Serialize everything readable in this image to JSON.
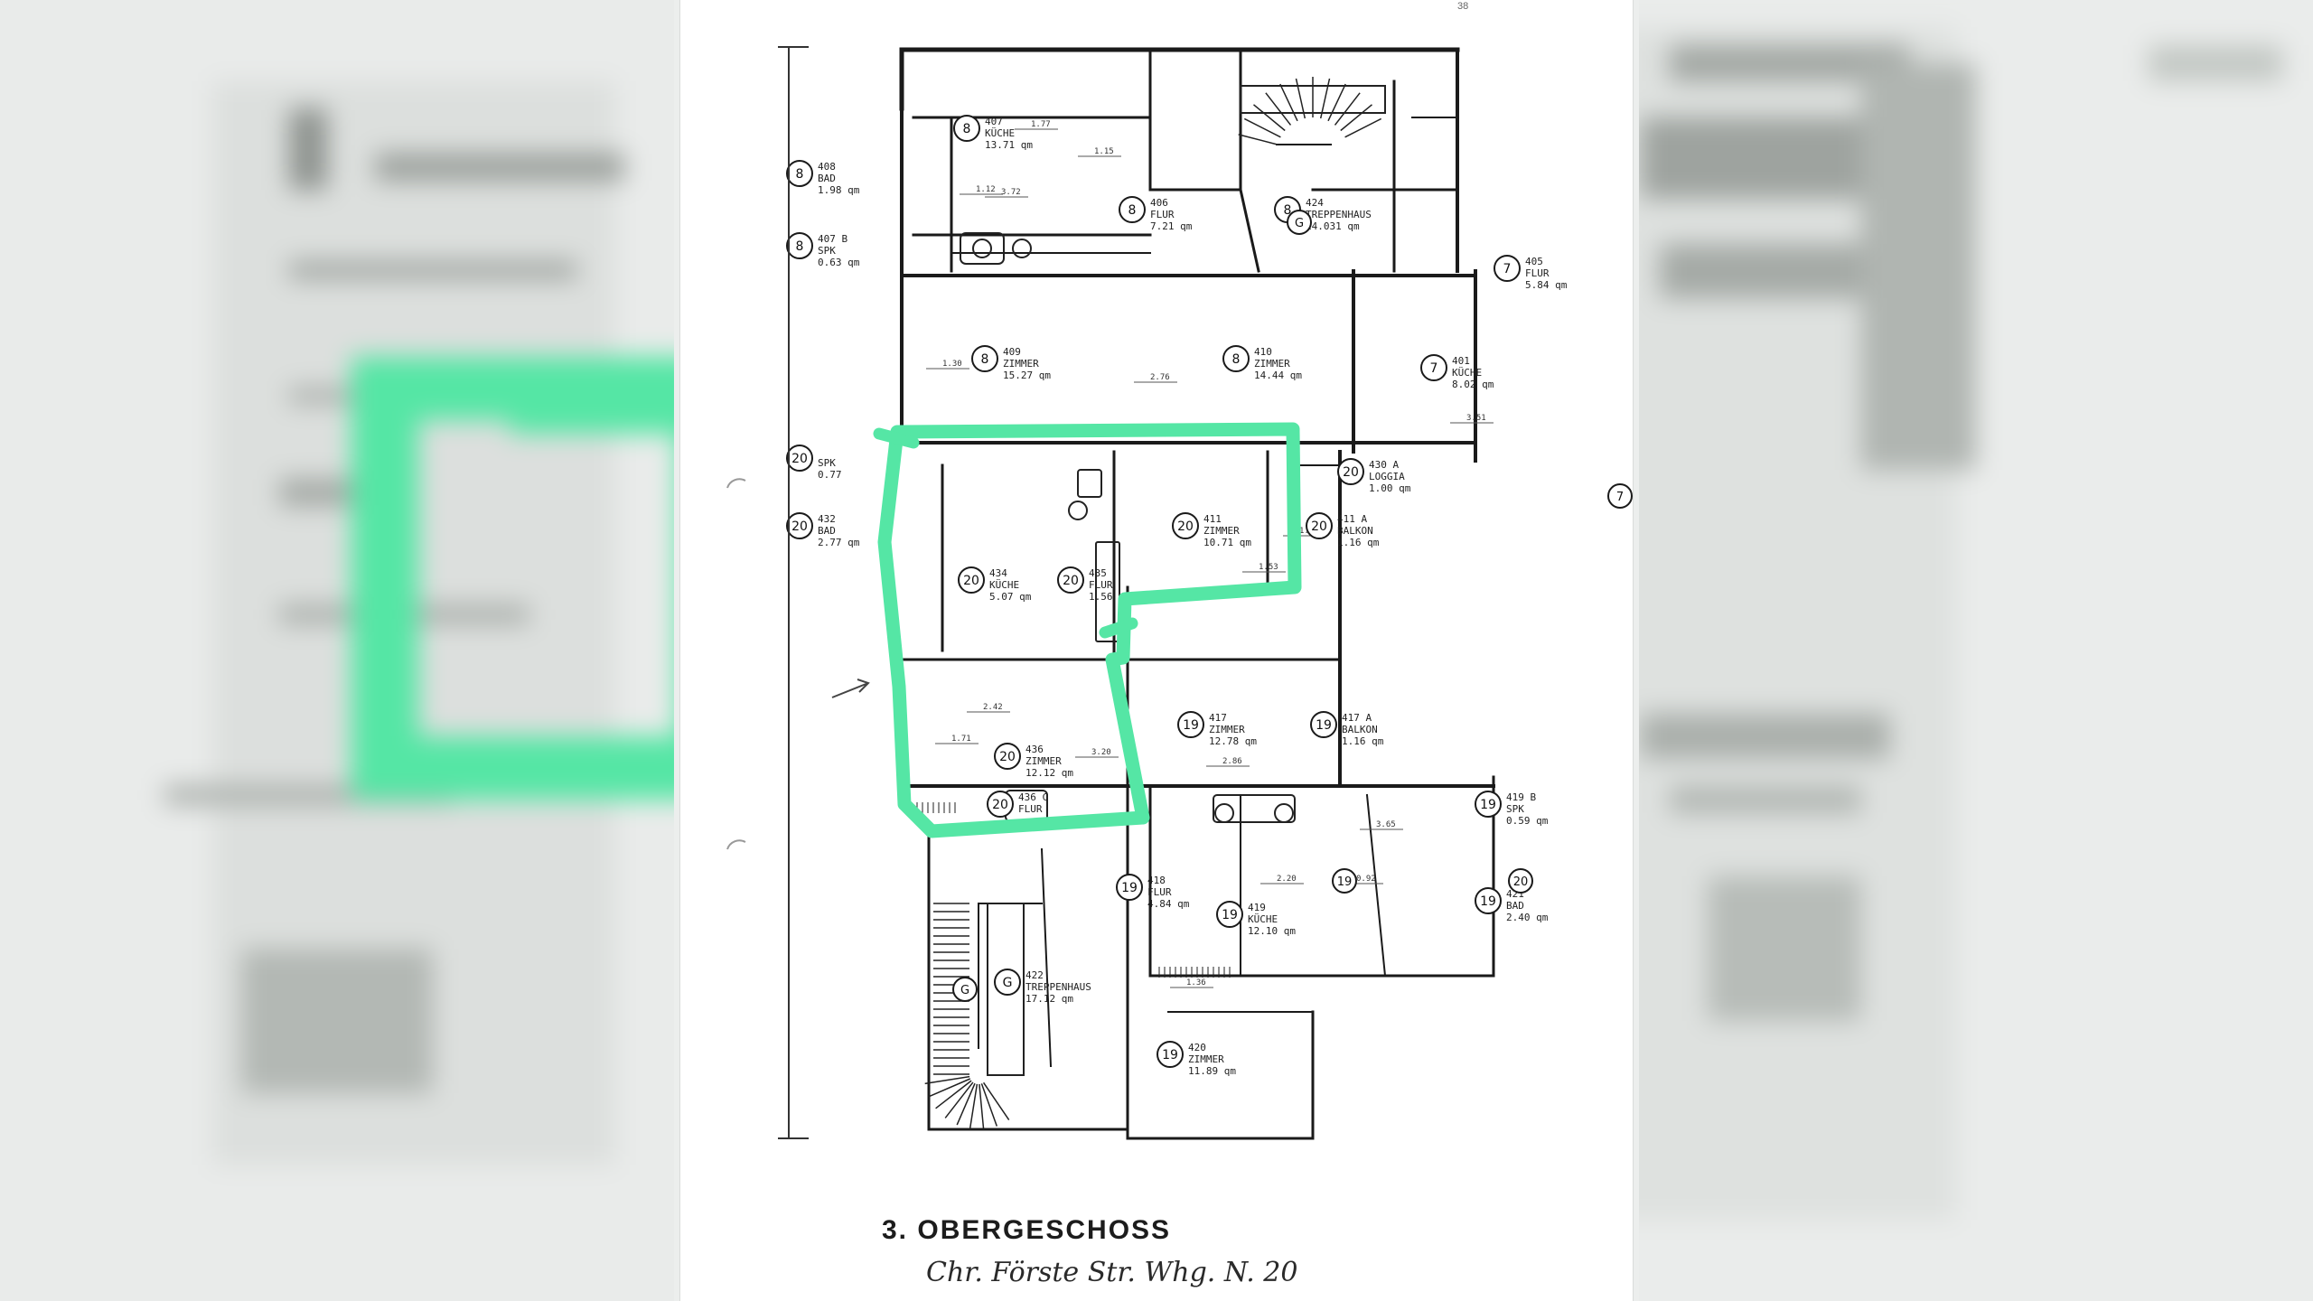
{
  "document": {
    "title": "3. OBERGESCHOSS",
    "handwritten_note": "Chr. Förste Str. Whg. N. 20",
    "top_corner_mark": "38"
  },
  "rooms": [
    {
      "id": "r407",
      "unit": "8",
      "number": "407",
      "name": "KÜCHE",
      "area": "13.71 qm"
    },
    {
      "id": "r406",
      "unit": "8",
      "number": "406",
      "name": "FLUR",
      "area": "7.21 qm"
    },
    {
      "id": "r408",
      "unit": "8",
      "number": "408",
      "name": "BAD",
      "area": "1.98 qm"
    },
    {
      "id": "r407b",
      "unit": "8",
      "number": "407 B",
      "name": "SPK",
      "area": "0.63 qm"
    },
    {
      "id": "r424",
      "unit": "8",
      "number": "424",
      "name": "TREPPENHAUS",
      "area": "14.031 qm"
    },
    {
      "id": "r405",
      "unit": "7",
      "number": "405",
      "name": "FLUR",
      "area": "5.84 qm"
    },
    {
      "id": "r409",
      "unit": "8",
      "number": "409",
      "name": "ZIMMER",
      "area": "15.27 qm"
    },
    {
      "id": "r410",
      "unit": "8",
      "number": "410",
      "name": "ZIMMER",
      "area": "14.44 qm"
    },
    {
      "id": "r401",
      "unit": "7",
      "number": "401",
      "name": "KÜCHE",
      "area": "8.02 qm"
    },
    {
      "id": "r430a",
      "unit": "20",
      "number": "430 A",
      "name": "LOGGIA",
      "area": "1.00 qm"
    },
    {
      "id": "rspk20",
      "unit": "20",
      "number": "",
      "name": "SPK",
      "area": "0.77"
    },
    {
      "id": "r432",
      "unit": "20",
      "number": "432",
      "name": "BAD",
      "area": "2.77 qm"
    },
    {
      "id": "r411",
      "unit": "20",
      "number": "411",
      "name": "ZIMMER",
      "area": "10.71 qm"
    },
    {
      "id": "r411a",
      "unit": "20",
      "number": "411 A",
      "name": "BALKON",
      "area": "1.16 qm"
    },
    {
      "id": "r434",
      "unit": "20",
      "number": "434",
      "name": "KÜCHE",
      "area": "5.07 qm"
    },
    {
      "id": "r435",
      "unit": "20",
      "number": "435",
      "name": "FLUR",
      "area": "1.56 qm"
    },
    {
      "id": "r417",
      "unit": "19",
      "number": "417",
      "name": "ZIMMER",
      "area": "12.78 qm"
    },
    {
      "id": "r417a",
      "unit": "19",
      "number": "417 A",
      "name": "BALKON",
      "area": "1.16 qm"
    },
    {
      "id": "r436",
      "unit": "20",
      "number": "436",
      "name": "ZIMMER",
      "area": "12.12 qm"
    },
    {
      "id": "r436c",
      "unit": "20",
      "number": "436 C",
      "name": "FLUR",
      "area": ""
    },
    {
      "id": "r419b",
      "unit": "19",
      "number": "419 B",
      "name": "SPK",
      "area": "0.59 qm"
    },
    {
      "id": "r418",
      "unit": "19",
      "number": "418",
      "name": "FLUR",
      "area": "4.84 qm"
    },
    {
      "id": "r419",
      "unit": "19",
      "number": "419",
      "name": "KÜCHE",
      "area": "12.10 qm"
    },
    {
      "id": "r421",
      "unit": "19",
      "number": "421",
      "name": "BAD",
      "area": "2.40 qm"
    },
    {
      "id": "r422",
      "unit": "G",
      "number": "422",
      "name": "TREPPENHAUS",
      "area": "17.12 qm"
    },
    {
      "id": "r420",
      "unit": "19",
      "number": "420",
      "name": "ZIMMER",
      "area": "11.89 qm"
    }
  ],
  "extra_markers": [
    "7",
    "20",
    "19",
    "G",
    "G"
  ],
  "dimension_labels": [
    "1.77",
    "1.15",
    "3.72",
    "1.12",
    "1.30",
    "2.76",
    "3.51",
    "1.53",
    "2.42",
    "1.71",
    "3.20",
    "1.50",
    "2.20",
    "0.92",
    "1.36",
    "3.65",
    "2.86"
  ],
  "colors": {
    "highlight": "#55e6a5",
    "ink": "#1a1a1a",
    "paper": "#ffffff"
  }
}
